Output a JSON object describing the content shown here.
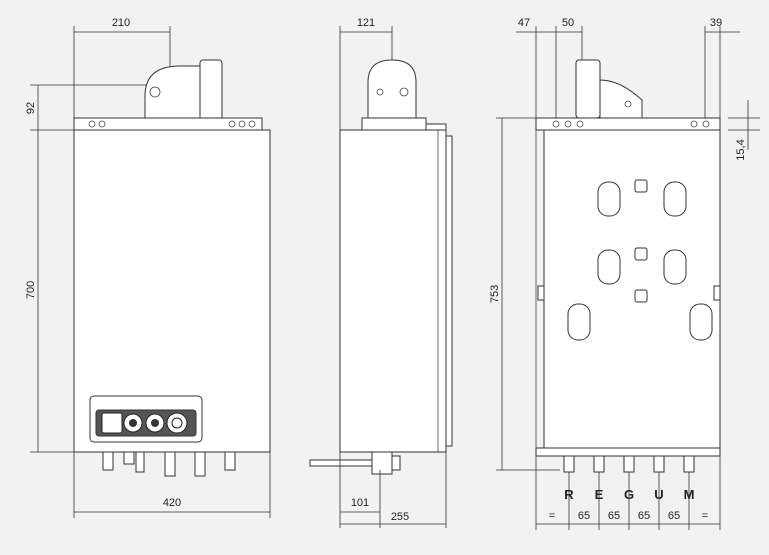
{
  "front_view": {
    "width_label": "420",
    "height_label": "700",
    "flue_offset_label": "210",
    "flue_height_label": "92"
  },
  "side_view": {
    "flue_depth_label": "121",
    "depth_label": "255",
    "connection_depth_label": "101"
  },
  "rear_view": {
    "left_offset_label": "47",
    "hole_spacing_label": "50",
    "right_offset_label": "39",
    "bracket_label": "15,4",
    "height_label": "753",
    "connections": [
      "R",
      "E",
      "G",
      "U",
      "M"
    ],
    "spacing_labels": [
      "=",
      "65",
      "65",
      "65",
      "65",
      "="
    ]
  }
}
